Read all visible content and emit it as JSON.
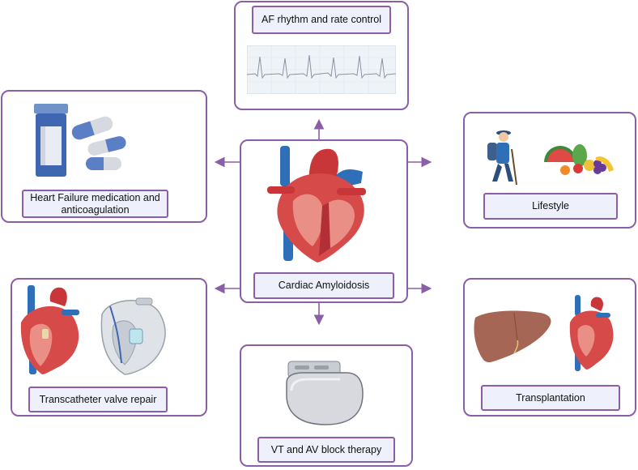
{
  "center": {
    "label": "Cardiac Amyloidosis",
    "icon": "heart-icon"
  },
  "modules": [
    {
      "id": "af",
      "label": "AF rhythm and rate control",
      "icon": "ecg-strip-icon"
    },
    {
      "id": "hf",
      "label": "Heart Failure medication and anticoagulation",
      "icon": "pill-bottle-icon"
    },
    {
      "id": "lifestyle",
      "label": "Lifestyle",
      "icon": "hiker-icon"
    },
    {
      "id": "valve",
      "label": "Transcatheter valve repair",
      "icon": "valve-clip-heart-icon"
    },
    {
      "id": "transplant",
      "label": "Transplantation",
      "icon": "liver-icon"
    },
    {
      "id": "vt",
      "label": "VT and AV block therapy",
      "icon": "pacemaker-icon"
    }
  ],
  "colors": {
    "border": "#8b5fa8",
    "label_fill": "#eef0fb",
    "arrow": "#8b5fa8"
  }
}
